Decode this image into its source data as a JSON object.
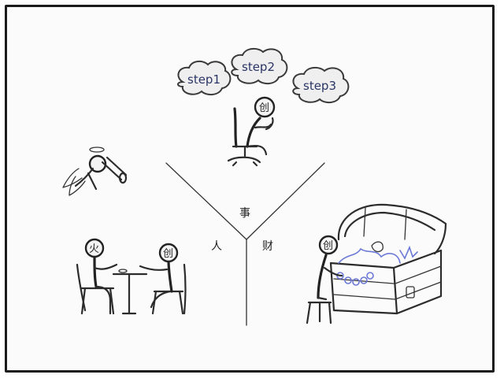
{
  "center_labels": {
    "top": "事",
    "left": "人",
    "right": "财"
  },
  "clouds": [
    {
      "label": "step1"
    },
    {
      "label": "step2"
    },
    {
      "label": "step3"
    }
  ],
  "characters": {
    "thinker_head": "创",
    "partner_head": "火",
    "cofounder_head": "创",
    "treasure_head": "创"
  },
  "colors": {
    "ink": "#2a2a2a",
    "cloud_text": "#2a3566",
    "treasure_accent": "#6b79d6"
  }
}
